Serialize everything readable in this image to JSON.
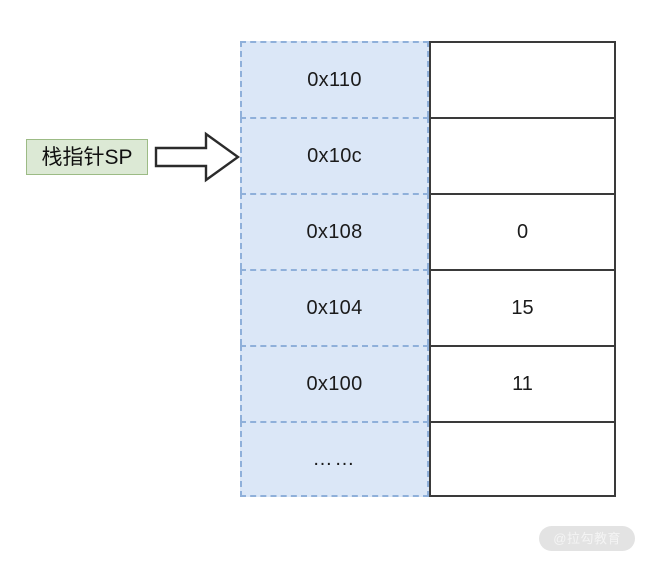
{
  "diagram": {
    "title": "stack-pointer-memory-layout",
    "pointer": {
      "label": "栈指针SP",
      "arrow_icon": "right-arrow-icon",
      "points_to_address": "0x10c",
      "fill_color": "#dce9d5",
      "border_color": "#9cbb85"
    },
    "memory_table": {
      "address_column_fill": "#dbe7f7",
      "address_column_border": "#8fb0da",
      "value_column_border": "#3a3a3a",
      "rows": [
        {
          "address": "0x110",
          "value": ""
        },
        {
          "address": "0x10c",
          "value": ""
        },
        {
          "address": "0x108",
          "value": "0"
        },
        {
          "address": "0x104",
          "value": "15"
        },
        {
          "address": "0x100",
          "value": "11"
        },
        {
          "address": "……",
          "value": ""
        }
      ]
    }
  },
  "watermark": {
    "text": "@拉勾教育"
  }
}
